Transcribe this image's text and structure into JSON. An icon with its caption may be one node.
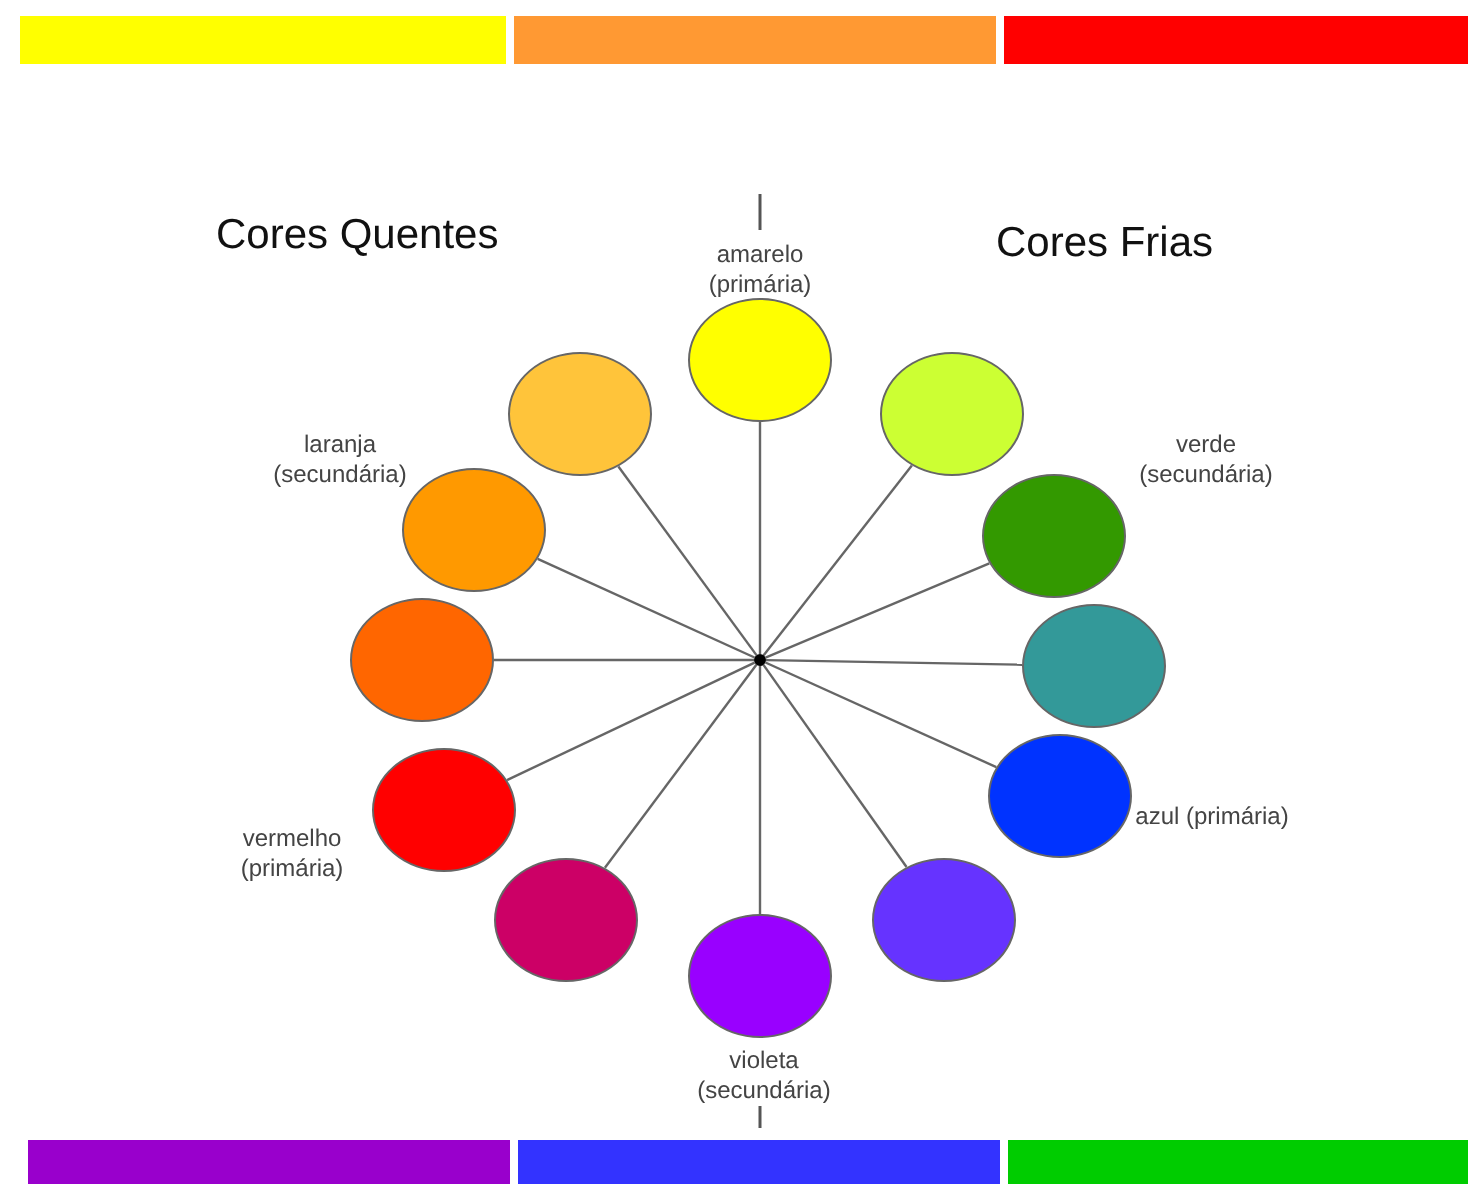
{
  "diagram": {
    "nodes": [
      {
        "text": [],
        "shape": "circle"
      },
      {
        "text": [],
        "shape": "circle",
        "beside": [
          "amarelo (primária)"
        ]
      },
      {
        "text": [],
        "shape": "circle"
      },
      {
        "text": [],
        "shape": "circle",
        "beside": [
          "verde (secundária)"
        ]
      },
      {
        "text": [],
        "shape": "circle"
      },
      {
        "text": [],
        "shape": "circle",
        "beside": [
          "azul (primária)"
        ]
      },
      {
        "text": [],
        "shape": "circle"
      },
      {
        "text": [],
        "shape": "circle",
        "beside": [
          "violeta (secundária)"
        ]
      },
      {
        "text": [],
        "shape": "circle"
      },
      {
        "text": [],
        "shape": "circle",
        "beside": [
          "vermelho (primária)"
        ]
      },
      {
        "text": [],
        "shape": "circle"
      },
      {
        "text": [],
        "shape": "circle",
        "beside": [
          "laranja (secundária)"
        ]
      },
      {
        "text": [],
        "shape": "circle"
      }
    ],
    "edges": [
      {
        "from": 0,
        "to": 1,
        "arrow": "none"
      },
      {
        "from": 0,
        "to": 2,
        "arrow": "none"
      },
      {
        "from": 0,
        "to": 3,
        "arrow": "none"
      },
      {
        "from": 0,
        "to": 4,
        "arrow": "none"
      },
      {
        "from": 0,
        "to": 5,
        "arrow": "none"
      },
      {
        "from": 0,
        "to": 6,
        "arrow": "none"
      },
      {
        "from": 0,
        "to": 7,
        "arrow": "none"
      },
      {
        "from": 0,
        "to": 8,
        "arrow": "none"
      },
      {
        "from": 0,
        "to": 9,
        "arrow": "none"
      },
      {
        "from": 0,
        "to": 10,
        "arrow": "none"
      },
      {
        "from": 0,
        "to": 11,
        "arrow": "none"
      },
      {
        "from": 0,
        "to": 12,
        "arrow": "none"
      }
    ],
    "labels": [
      "Cores Quentes",
      "Cores Frias"
    ]
  }
}
